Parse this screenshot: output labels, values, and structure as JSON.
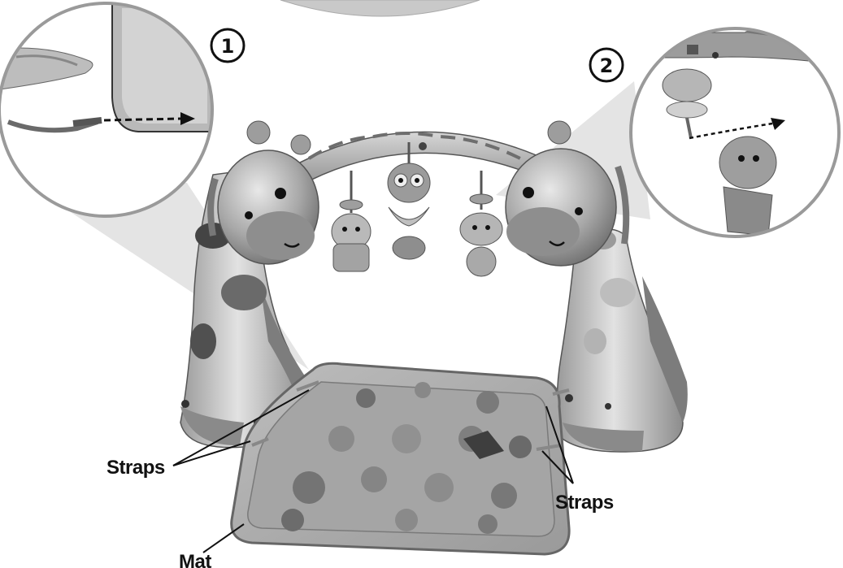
{
  "callouts": {
    "step1": "1",
    "step2": "2"
  },
  "labels": {
    "straps_left": "Straps",
    "straps_right": "Straps",
    "mat": "Mat"
  },
  "colors": {
    "line": "#111111",
    "shade_dark": "#4a4a4a",
    "shade_mid": "#8a8a8a",
    "shade_light": "#cfcfcf",
    "background": "#ffffff"
  },
  "figure": {
    "subject": "giraffe-play-gym-with-mat"
  }
}
